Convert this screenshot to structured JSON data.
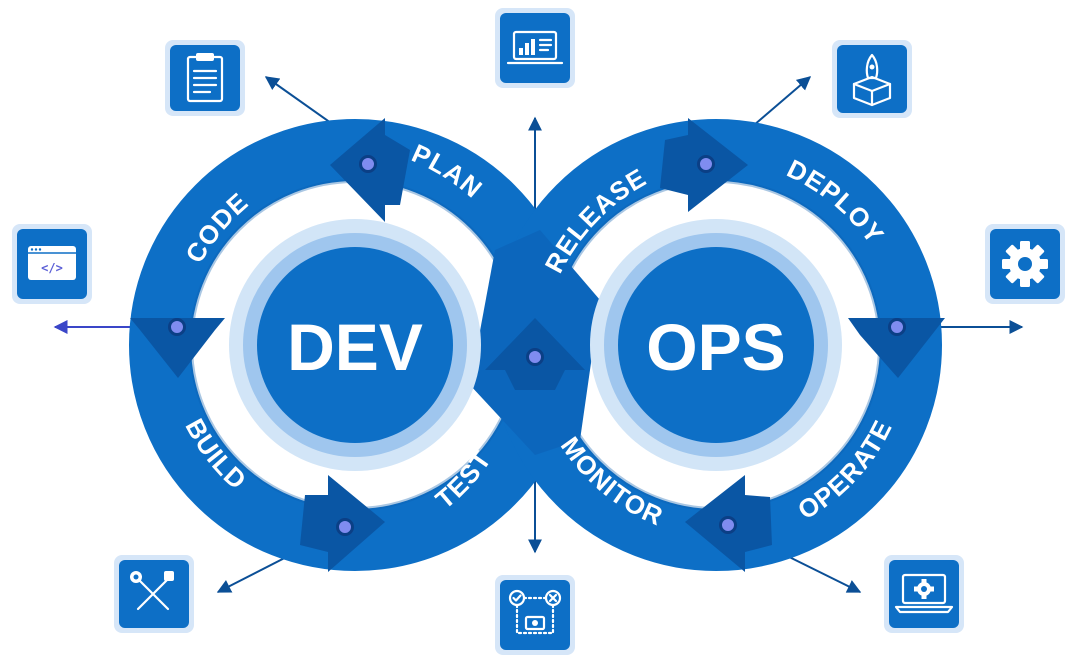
{
  "left_center": "DEV",
  "right_center": "OPS",
  "stages": {
    "plan": "PLAN",
    "code": "CODE",
    "build": "BUILD",
    "test": "TEST",
    "release": "RELEASE",
    "deploy": "DEPLOY",
    "operate": "OPERATE",
    "monitor": "MONITOR"
  },
  "icons": {
    "plan": "clipboard-icon",
    "code": "code-window-icon",
    "build": "tools-icon",
    "test": "test-flow-icon",
    "release": "laptop-dashboard-icon",
    "deploy": "rocket-box-icon",
    "operate": "gear-icon",
    "monitor": "laptop-gear-icon"
  },
  "colors": {
    "ring": "#0d6fc6",
    "ring_dark": "#0b5fae",
    "arrow": "#0a56a4",
    "halo": "#bcd7f3",
    "center": "#0d6fc6",
    "dot": "#7f8cf0",
    "tile_bg": "#d6e6f8"
  }
}
